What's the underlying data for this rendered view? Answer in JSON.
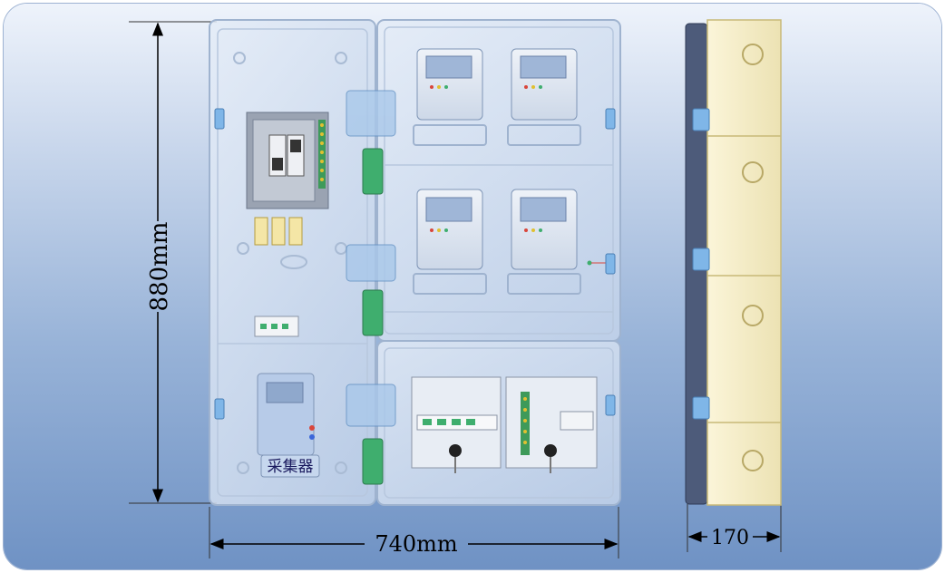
{
  "dimensions": {
    "height_label": "880mm",
    "width_label": "740mm",
    "depth_label": "170"
  },
  "collector_label": "采集器",
  "meters": {
    "top_count": 4,
    "rows": 2,
    "cols": 2
  },
  "colors": {
    "background_top": "#eef3fb",
    "background_bottom": "#6f92c4",
    "cabinet_body": "#f3ecc8",
    "clip_blue": "#7fb6e8",
    "latch_green": "#3fae6e",
    "meter_screen": "#8fa8cc"
  }
}
